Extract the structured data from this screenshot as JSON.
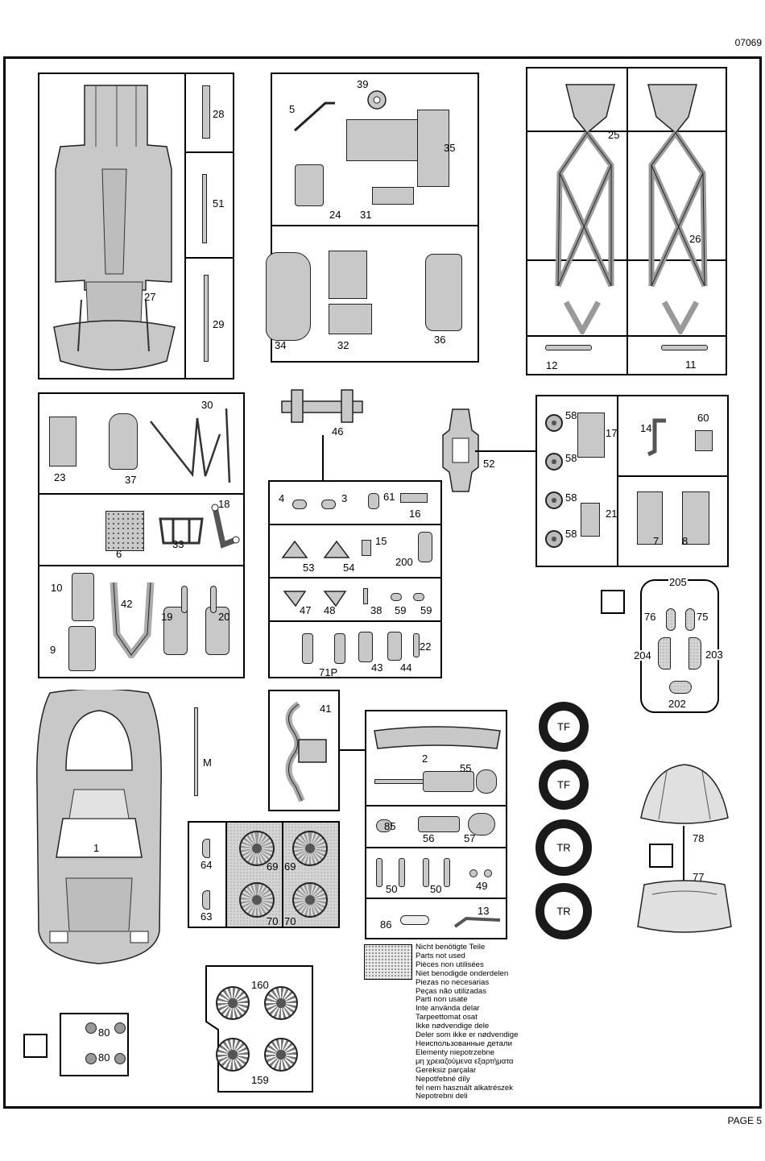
{
  "document": {
    "number": "07069",
    "page": "PAGE 5"
  },
  "parts": {
    "p1": "1",
    "p2": "2",
    "p3": "3",
    "p4": "4",
    "p5": "5",
    "p6": "6",
    "p7": "7",
    "p8": "8",
    "p9": "9",
    "p10": "10",
    "p11": "11",
    "p12": "12",
    "p13": "13",
    "p14": "14",
    "p15": "15",
    "p16": "16",
    "p17": "17",
    "p18": "18",
    "p19": "19",
    "p20": "20",
    "p21": "21",
    "p22": "22",
    "p23": "23",
    "p24": "24",
    "p25": "25",
    "p26": "26",
    "p27": "27",
    "p28": "28",
    "p29": "29",
    "p30": "30",
    "p31": "31",
    "p32": "32",
    "p33": "33",
    "p34": "34",
    "p35": "35",
    "p36": "36",
    "p37": "37",
    "p38": "38",
    "p39": "39",
    "p41": "41",
    "p42": "42",
    "p43": "43",
    "p44": "44",
    "p46": "46",
    "p47": "47",
    "p48": "48",
    "p49": "49",
    "p50a": "50",
    "p50b": "50",
    "p51": "51",
    "p52": "52",
    "p53": "53",
    "p54": "54",
    "p55": "55",
    "p56": "56",
    "p57": "57",
    "p58a": "58",
    "p58b": "58",
    "p58c": "58",
    "p58d": "58",
    "p59a": "59",
    "p59b": "59",
    "p60": "60",
    "p61": "61",
    "p63": "63",
    "p64": "64",
    "p69a": "69",
    "p69b": "69",
    "p70a": "70",
    "p70b": "70",
    "p71P": "71P",
    "p75": "75",
    "p76": "76",
    "p77": "77",
    "p78": "78",
    "p80a": "80",
    "p80b": "80",
    "p85": "85",
    "p86": "86",
    "p159": "159",
    "p160": "160",
    "p200": "200",
    "p202": "202",
    "p203": "203",
    "p204": "204",
    "p205": "205",
    "pM": "M"
  },
  "tires": [
    "TF",
    "TF",
    "TR",
    "TR"
  ],
  "legend": [
    "Nicht benötigte Teile",
    "Parts not used",
    "Pièces non utilisées",
    "Niet benodigde onderdelen",
    "Piezas no necesarias",
    "Peças não utilizadas",
    "Parti non usate",
    "Inte använda delar",
    "Tarpeettomat osat",
    "Ikke nødvendige dele",
    "Deler som ikke er nødvendige",
    "Неиспользованные детали",
    "Elementy niepotrzebne",
    "μη χρειαζούμενα εξαρτήματα",
    "Gereksiz parçalar",
    "Nepotřebné díly",
    "fel nem használt alkatrészek",
    "Nepotrebni deli"
  ]
}
